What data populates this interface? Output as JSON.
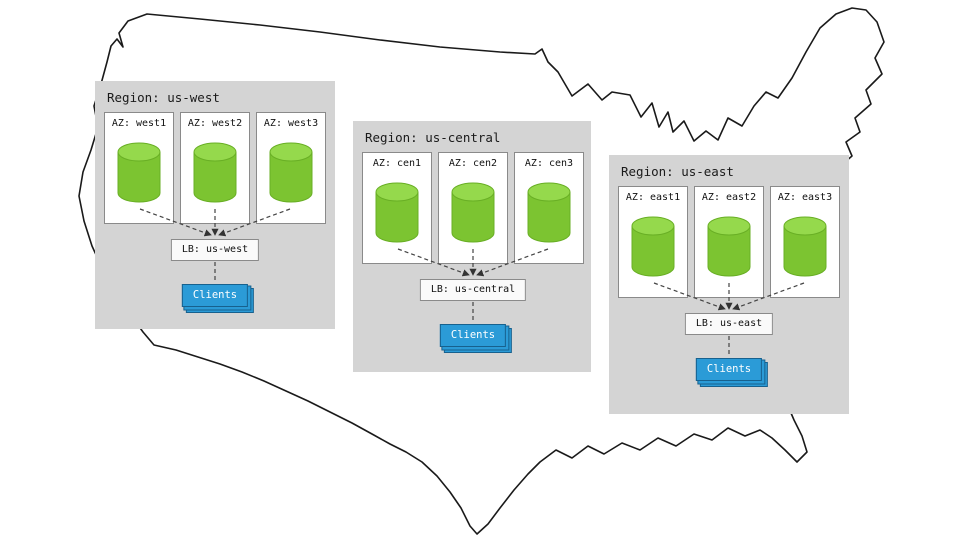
{
  "diagram": {
    "description": "US regions availability-zone architecture diagram"
  },
  "regions": [
    {
      "title": "Region: us-west",
      "azs": [
        "AZ: west1",
        "AZ: west2",
        "AZ: west3"
      ],
      "lb": "LB: us-west",
      "clients": "Clients"
    },
    {
      "title": "Region: us-central",
      "azs": [
        "AZ: cen1",
        "AZ: cen2",
        "AZ: cen3"
      ],
      "lb": "LB: us-central",
      "clients": "Clients"
    },
    {
      "title": "Region: us-east",
      "azs": [
        "AZ: east1",
        "AZ: east2",
        "AZ: east3"
      ],
      "lb": "LB: us-east",
      "clients": "Clients"
    }
  ],
  "colors": {
    "region_bg": "#d4d4d4",
    "az_bg": "#ffffff",
    "az_border": "#8a8a8a",
    "cylinder_body": "#7cc431",
    "cylinder_top": "#95d94c",
    "cylinder_stroke": "#69af25",
    "clients_bg": "#2b9bd7",
    "clients_border": "#17618e",
    "connector": "#444444",
    "map_stroke": "#1a1a1a"
  }
}
